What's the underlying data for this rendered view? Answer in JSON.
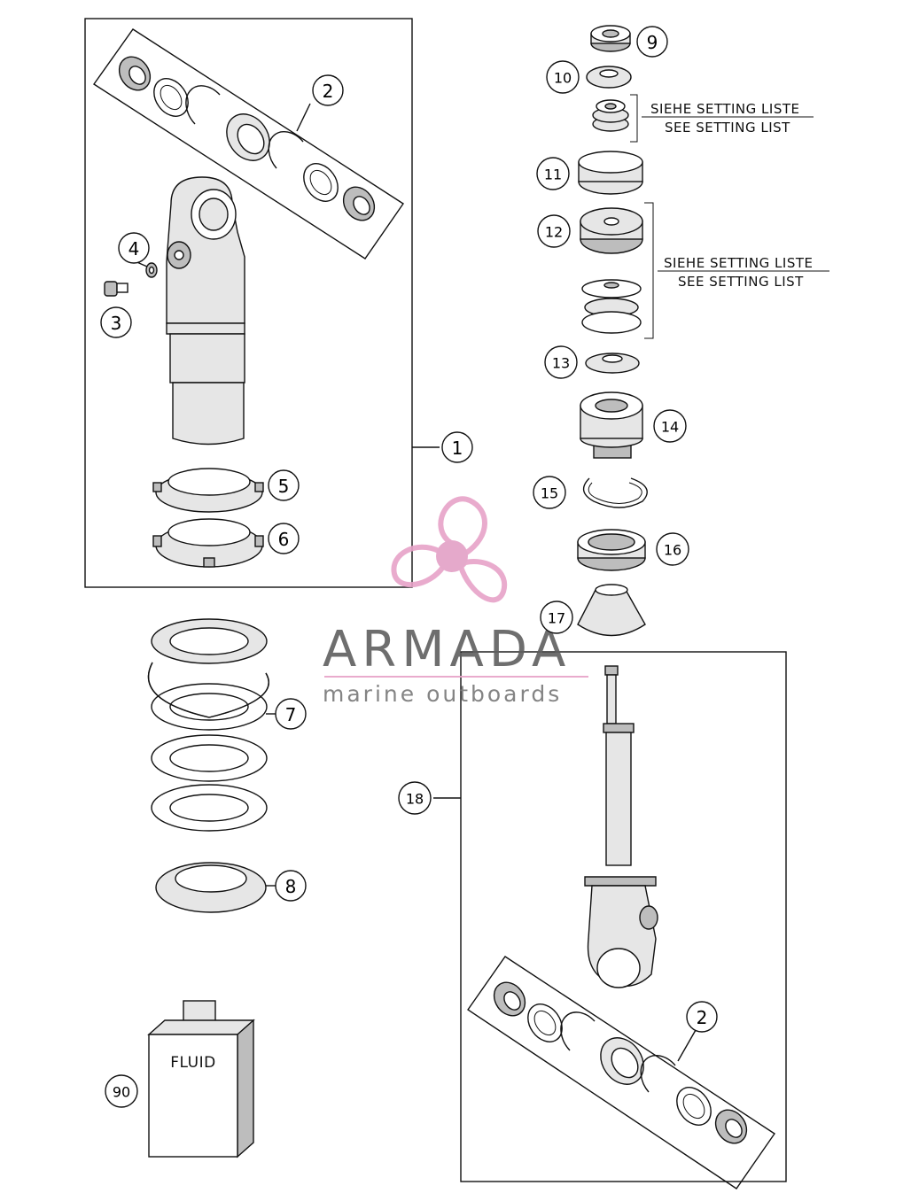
{
  "callouts": {
    "c1": "1",
    "c2a": "2",
    "c2b": "2",
    "c3": "3",
    "c4": "4",
    "c5": "5",
    "c6": "6",
    "c7": "7",
    "c8": "8",
    "c9": "9",
    "c10": "10",
    "c11": "11",
    "c12": "12",
    "c13": "13",
    "c14": "14",
    "c15": "15",
    "c16": "16",
    "c17": "17",
    "c18": "18",
    "c90": "90"
  },
  "notes": {
    "setting_de_1": "SIEHE SETTING LISTE",
    "setting_en_1": "SEE SETTING LIST",
    "setting_de_2": "SIEHE SETTING LISTE",
    "setting_en_2": "SEE SETTING LIST"
  },
  "fluid_label": "FLUID",
  "watermark": {
    "title": "ARMADA",
    "subtitle": "marine outboards",
    "colors": {
      "propeller": "#e7a3c8",
      "hub": "#e3a0c6",
      "text": "#5f5f5f"
    }
  }
}
